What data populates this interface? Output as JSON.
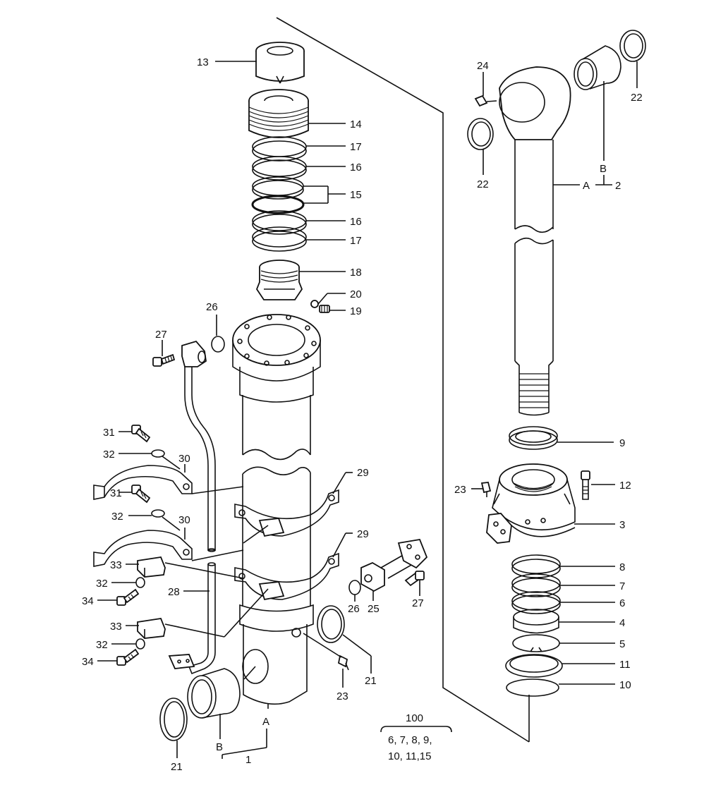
{
  "callouts": {
    "c13": "13",
    "c14": "14",
    "c17a": "17",
    "c16a": "16",
    "c15": "15",
    "c16b": "16",
    "c17b": "17",
    "c18": "18",
    "c20": "20",
    "c19": "19",
    "c26a": "26",
    "c27a": "27",
    "c31a": "31",
    "c32a": "32",
    "c30a": "30",
    "c31b": "31",
    "c32b": "32",
    "c30b": "30",
    "c29a": "29",
    "c29b": "29",
    "c33a": "33",
    "c32c": "32",
    "c34a": "34",
    "c28": "28",
    "c33b": "33",
    "c32d": "32",
    "c34b": "34",
    "c26b": "26",
    "c25": "25",
    "c27b": "27",
    "c21a": "21",
    "c21b": "21",
    "c23a": "23",
    "c1": "1",
    "cA1": "A",
    "cB1": "B",
    "c24": "24",
    "c22a": "22",
    "c22b": "22",
    "cB2": "B",
    "cA2": "A",
    "c2": "2",
    "c9": "9",
    "c23b": "23",
    "c12": "12",
    "c3": "3",
    "c8": "8",
    "c7": "7",
    "c6": "6",
    "c4": "4",
    "c5": "5",
    "c11": "11",
    "c10": "10"
  },
  "kit": {
    "number": "100",
    "line1": "6, 7, 8, 9,",
    "line2": "10, 11,15"
  }
}
